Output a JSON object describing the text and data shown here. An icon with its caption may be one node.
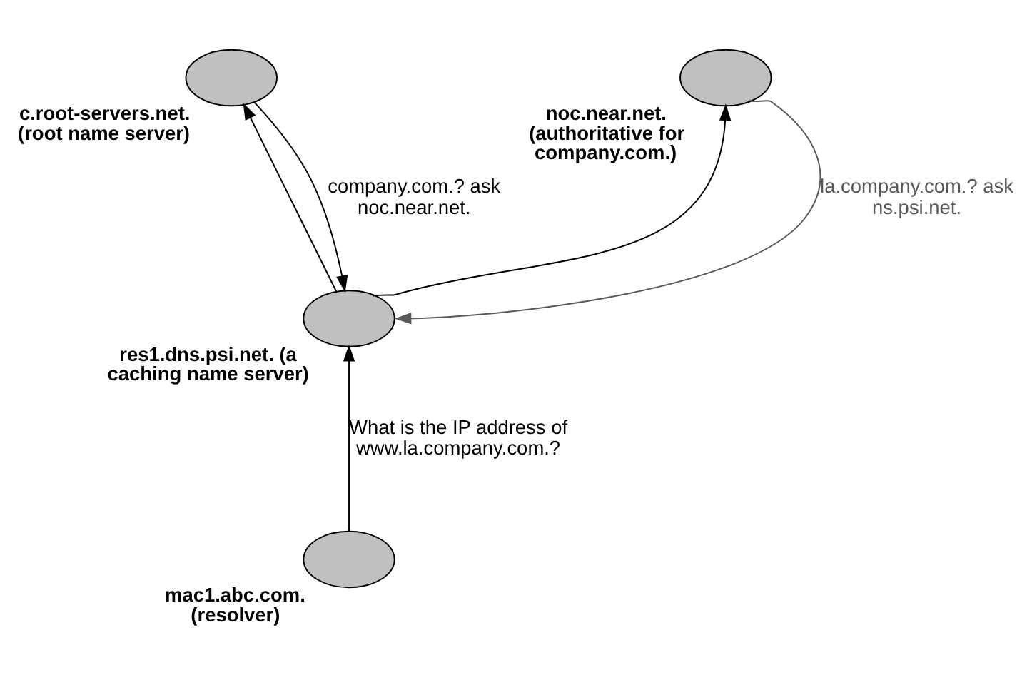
{
  "diagram": {
    "nodes": [
      {
        "text": [],
        "shape": "ellipse",
        "beside": [
          "c.root-servers.net. (root name server)"
        ]
      },
      {
        "text": [],
        "shape": "ellipse",
        "beside": [
          "noc.near.net. (authoritative for company.com.)"
        ]
      },
      {
        "text": [],
        "shape": "ellipse",
        "beside": [
          "res1.dns.psi.net. (a caching name server)"
        ]
      },
      {
        "text": [],
        "shape": "ellipse",
        "beside": [
          "mac1.abc.com. (resolver)"
        ]
      }
    ],
    "edges": [
      {
        "from": 3,
        "to": 2,
        "arrow": "to",
        "label": "What is the IP address of www.la.company.com.?"
      },
      {
        "from": 2,
        "to": 0,
        "arrow": "to"
      },
      {
        "from": 0,
        "to": 2,
        "arrow": "to",
        "label": "company.com.? ask noc.near.net."
      },
      {
        "from": 2,
        "to": 1,
        "arrow": "to"
      },
      {
        "from": 1,
        "to": 2,
        "arrow": "to",
        "label": "la.company.com.? ask ns.psi.net.",
        "color": "#595959"
      }
    ]
  }
}
